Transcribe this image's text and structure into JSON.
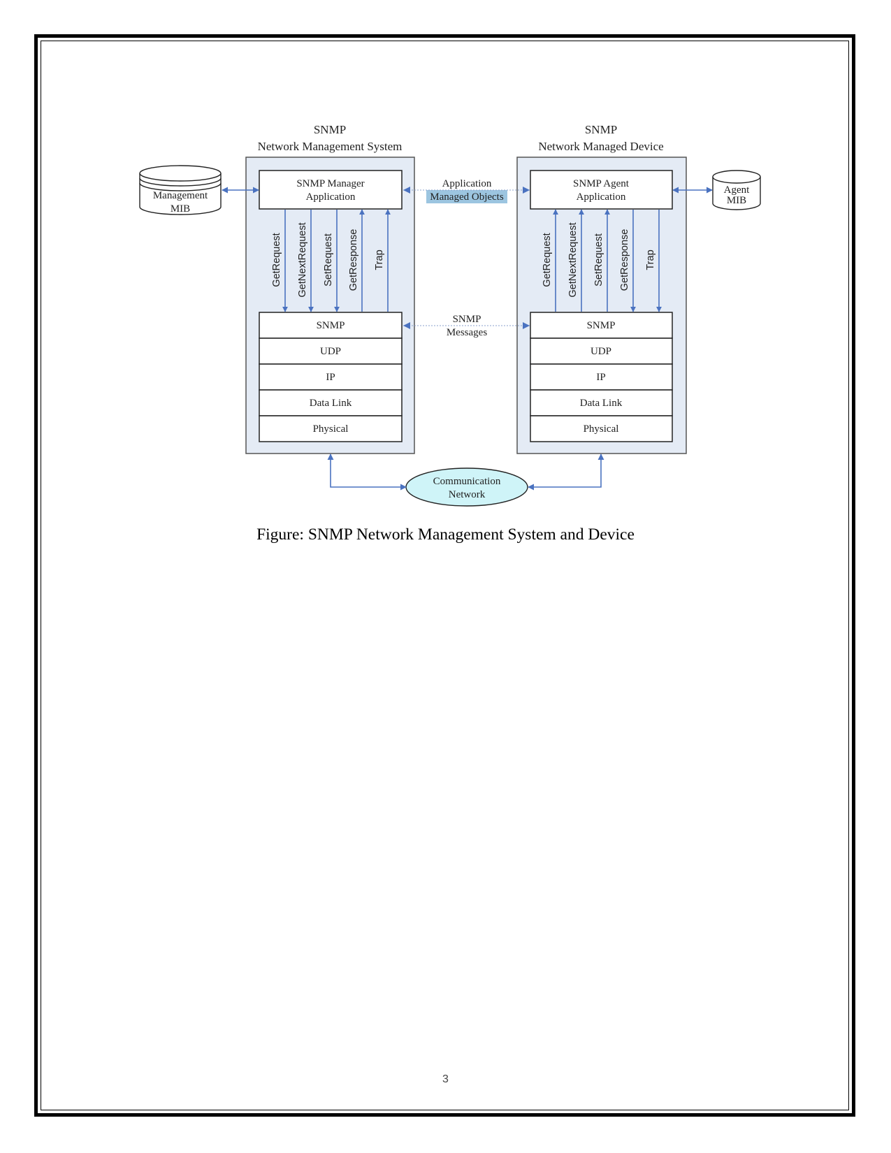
{
  "diagram": {
    "left_panel": {
      "title_line1": "SNMP",
      "title_line2": "Network Management System",
      "app_line1": "SNMP Manager",
      "app_line2": "Application",
      "ops": [
        "GetRequest",
        "GetNextRequest",
        "SetRequest",
        "GetResponse",
        "Trap"
      ],
      "stack": [
        "SNMP",
        "UDP",
        "IP",
        "Data Link",
        "Physical"
      ]
    },
    "right_panel": {
      "title_line1": "SNMP",
      "title_line2": "Network Managed Device",
      "app_line1": "SNMP Agent",
      "app_line2": "Application",
      "ops": [
        "GetRequest",
        "GetNextRequest",
        "SetRequest",
        "GetResponse",
        "Trap"
      ],
      "stack": [
        "SNMP",
        "UDP",
        "IP",
        "Data Link",
        "Physical"
      ]
    },
    "management_mib": {
      "line1": "Management",
      "line2": "MIB"
    },
    "agent_mib": {
      "line1": "Agent",
      "line2": "MIB"
    },
    "app_link": {
      "line1": "Application",
      "line2": "Managed Objects"
    },
    "msg_link": {
      "line1": "SNMP",
      "line2": "Messages"
    },
    "network": {
      "line1": "Communication",
      "line2": "Network"
    },
    "colors": {
      "panel_fill": "#e4ebf5",
      "arrow": "#4a72c0",
      "highlight": "#9cc5e0",
      "network_fill": "#cff4f8"
    }
  },
  "caption": "Figure: SNMP Network Management System and Device",
  "page_number": "3"
}
